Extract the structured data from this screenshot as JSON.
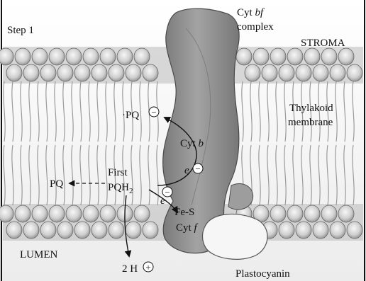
{
  "labels": {
    "step": "Step 1",
    "complex_line1_a": "Cyt ",
    "complex_line1_b": "bf",
    "complex_line2": "complex",
    "stroma": "STROMA",
    "thylakoid_line1": "Thylakoid",
    "thylakoid_line2": "membrane",
    "pq_radical": "·PQ",
    "cyt_b_a": "Cyt ",
    "cyt_b_b": "b",
    "electron_upper": "e",
    "electron_lower": "e",
    "pq": "PQ",
    "first": "First",
    "pqh2_a": "PQH",
    "pqh2_b": "2",
    "fes": "Fe-S",
    "cyt_f_a": "Cyt ",
    "cyt_f_b": "f",
    "lumen": "LUMEN",
    "protons": "2 H",
    "plastocyanin": "Plastocyanin"
  },
  "charges": {
    "minus": "−",
    "plus": "+"
  },
  "colors": {
    "protein": "#8f8f8f",
    "protein_edge": "#4a4a4a",
    "plastocyanin": "#f4f4f4",
    "lipid_head": "#d6d6d6",
    "membrane_band": "#9a9a9a"
  }
}
